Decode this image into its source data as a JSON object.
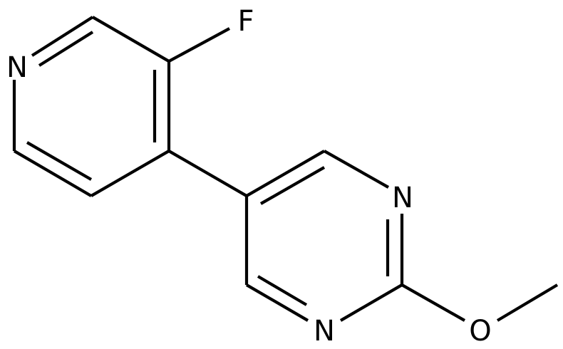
{
  "diagram": {
    "type": "chemical-structure",
    "atom_labels": {
      "fluorine": "F",
      "pyridine_nitrogen": "N",
      "pyrimidine_nitrogen_upper": "N",
      "pyrimidine_nitrogen_lower": "N",
      "oxygen": "O"
    },
    "colors": {
      "bond": "#000000",
      "label": "#000000",
      "background": "#ffffff"
    }
  }
}
